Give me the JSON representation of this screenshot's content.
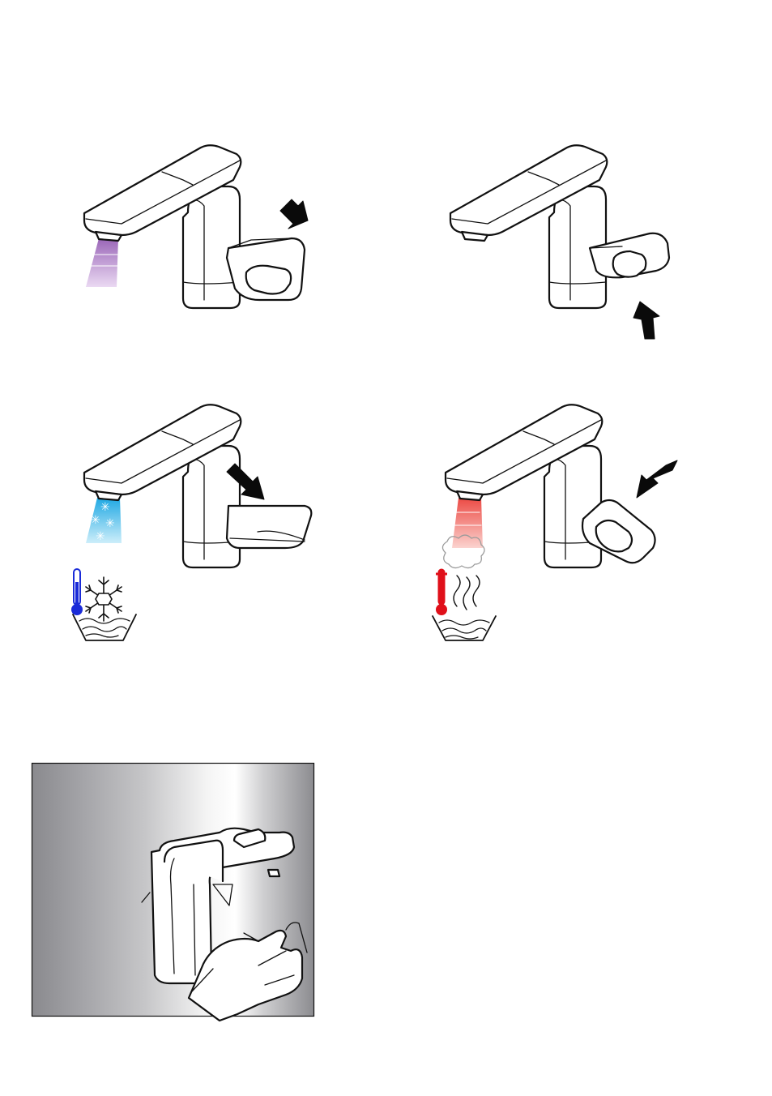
{
  "page": {
    "background": "#ffffff"
  },
  "figures": [
    {
      "id": "panel-1",
      "action": "push-handle-down",
      "stream_color": "#a77cc2"
    },
    {
      "id": "panel-2",
      "action": "lift-handle-up",
      "stream_color": "none"
    },
    {
      "id": "panel-3",
      "action": "turn-handle-right",
      "stream_color": "#35b6e8",
      "symbol": "cold-water",
      "indicator_color": "#1a2bd8"
    },
    {
      "id": "panel-4",
      "action": "turn-handle-left",
      "stream_color": "#ef6f6a",
      "symbol": "hot-water",
      "indicator_color": "#e0101a"
    },
    {
      "id": "panel-5",
      "action": "clean-with-cloth",
      "background": "metallic-gray"
    }
  ],
  "icons": [
    "down-arrow-icon",
    "up-arrow-icon",
    "diagonal-arrow-icon",
    "thermometer-icon",
    "snowflake-icon",
    "steam-icon",
    "basin-icon",
    "hand-icon"
  ]
}
